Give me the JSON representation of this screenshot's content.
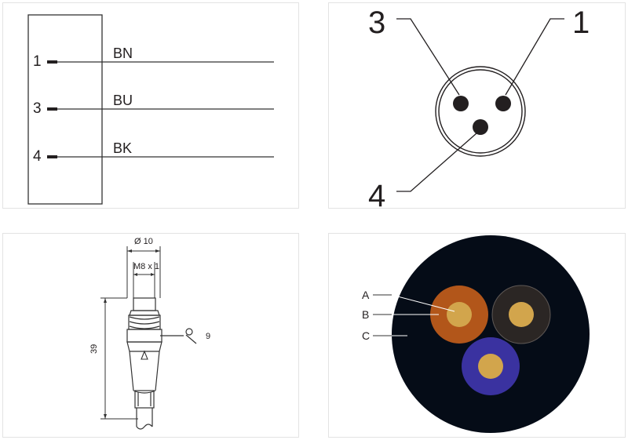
{
  "wiring": {
    "pins": [
      {
        "number": "1",
        "wire": "BN"
      },
      {
        "number": "3",
        "wire": "BU"
      },
      {
        "number": "4",
        "wire": "BK"
      }
    ]
  },
  "pinout": {
    "pin_top_left": "3",
    "pin_top_right": "1",
    "pin_bottom": "4"
  },
  "dimensions": {
    "diameter": "Ø 10",
    "thread": "M8 x 1",
    "length": "39",
    "wrench_size": "9"
  },
  "cable": {
    "label_a": "A",
    "label_b": "B",
    "label_c": "C",
    "colors": {
      "sheath": "#050c17",
      "brown_insulation": "#b2561a",
      "black_insulation": "#2b2624",
      "blue_insulation": "#3a32a0",
      "conductor": "#d2a54c"
    }
  }
}
